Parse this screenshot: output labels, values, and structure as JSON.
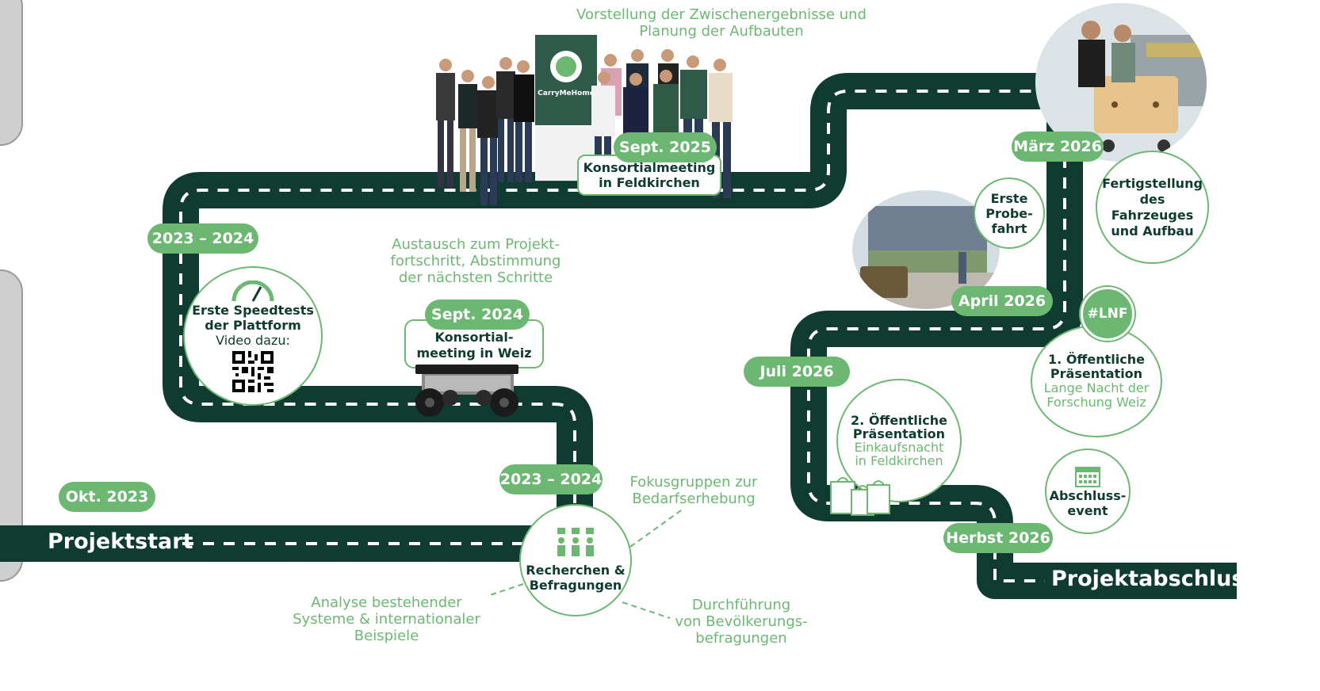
{
  "start": {
    "label": "Projektstart",
    "date": "Okt. 2023"
  },
  "end": {
    "label": "Projektabschluss"
  },
  "milestones": {
    "speedtests": {
      "date": "2023 – 2024",
      "title_line1": "Erste Speedtests",
      "title_line2": "der Plattform",
      "subtitle": "Video dazu:"
    },
    "weiz": {
      "date": "Sept. 2024",
      "title_line1": "Konsortial-",
      "title_line2": "meeting in Weiz",
      "note_line1": "Austausch zum Projekt-",
      "note_line2": "fortschritt, Abstimmung",
      "note_line3": "der nächsten Schritte"
    },
    "feldkirchen": {
      "date": "Sept. 2025",
      "title_line1": "Konsortialmeeting",
      "title_line2": "in Feldkirchen",
      "note_line1": "Vorstellung der Zwischenergebnisse und",
      "note_line2": "Planung der Aufbauten"
    },
    "research": {
      "date": "2023 – 2024",
      "title_line1": "Recherchen &",
      "title_line2": "Befragungen"
    },
    "vehicle": {
      "date": "März 2026",
      "title_line1": "Fertigstellung",
      "title_line2": "des Fahrzeuges",
      "title_line3": "und Aufbau"
    },
    "test_drive": {
      "title_line1": "Erste",
      "title_line2": "Probe-",
      "title_line3": "fahrt"
    },
    "presentation1": {
      "date": "April 2026",
      "title_line1": "1. Öffentliche",
      "title_line2": "Präsentation",
      "sub_line1": "Lange Nacht der",
      "sub_line2": "Forschung Weiz",
      "badge": "#LNF"
    },
    "presentation2": {
      "date": "Juli 2026",
      "title_line1": "2. Öffentliche",
      "title_line2": "Präsentation",
      "sub_line1": "Einkaufsnacht",
      "sub_line2": "in Feldkirchen"
    },
    "final_event": {
      "date": "Herbst 2026",
      "title_line1": "Abschluss-",
      "title_line2": "event"
    }
  },
  "research_notes": {
    "focus": {
      "line1": "Fokusgruppen zur",
      "line2": "Bedarfserhebung"
    },
    "analysis": {
      "line1": "Analyse bestehender",
      "line2": "Systeme & internationaler",
      "line3": "Beispiele"
    },
    "survey": {
      "line1": "Durchführung",
      "line2": "von Bevölkerungs-",
      "line3": "befragungen"
    }
  },
  "banner": {
    "brand": "CarryMeHome"
  },
  "colors": {
    "road": "#0f3b30",
    "accent": "#6cb872",
    "dash": "#ffffff",
    "side_panel": "#cfcfcf"
  }
}
